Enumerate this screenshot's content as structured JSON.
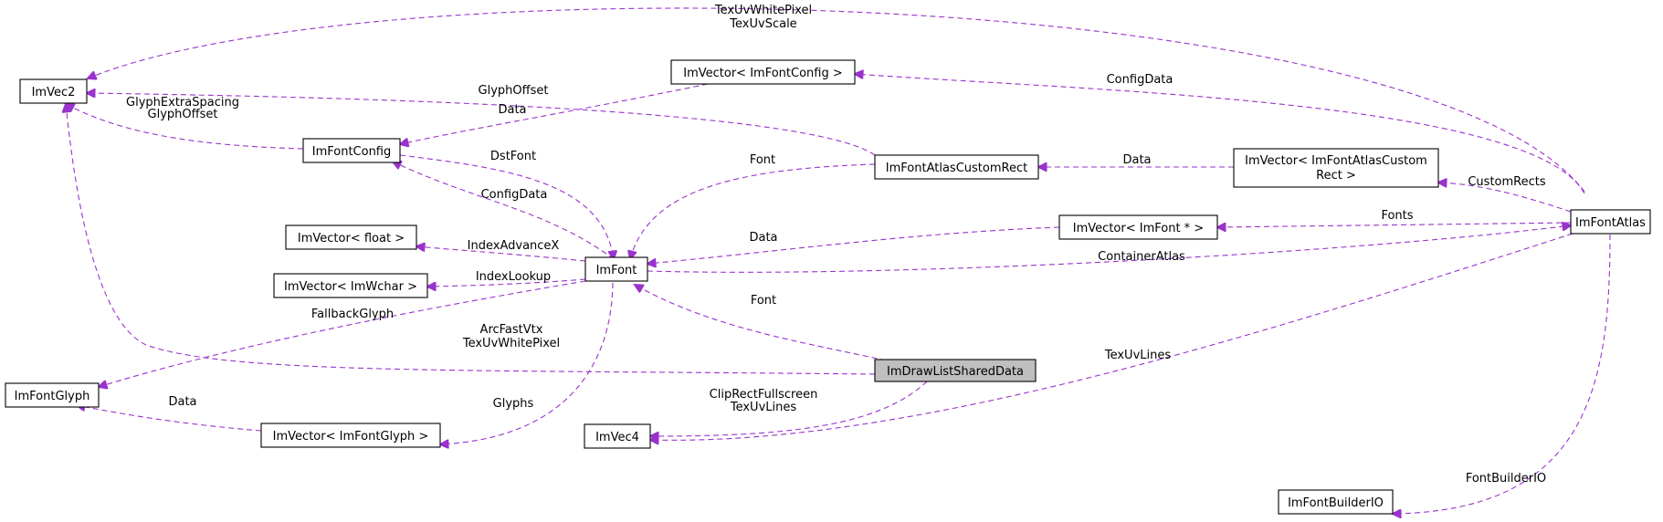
{
  "nodes": {
    "imvec2": "ImVec2",
    "imvector_imfontconfig": "ImVector< ImFontConfig >",
    "imfontconfig": "ImFontConfig",
    "imfontatlascustomrect": "ImFontAtlasCustomRect",
    "imvector_imfontatlascustomrect": [
      "ImVector< ImFontAtlasCustom",
      "Rect >"
    ],
    "imvector_float": "ImVector< float >",
    "imvector_imfontptr": "ImVector< ImFont * >",
    "imfontatlas": "ImFontAtlas",
    "imvector_imwchar": "ImVector< ImWchar >",
    "imfont": "ImFont",
    "imdrawlistshareddata": "ImDrawListSharedData",
    "imfontglyph": "ImFontGlyph",
    "imvector_imfontglyph": "ImVector< ImFontGlyph >",
    "imvec4": "ImVec4",
    "imfontbuilderio": "ImFontBuilderIO"
  },
  "edges": {
    "atlas_to_vec2": [
      "TexUvWhitePixel",
      "TexUvScale"
    ],
    "atlas_to_vecfontconfig": [
      "ConfigData"
    ],
    "customrect_to_vec2": [
      "GlyphOffset"
    ],
    "vecfontconfig_to_fontconfig": [
      "Data"
    ],
    "fontconfig_to_vec2": [
      "GlyphExtraSpacing",
      "GlyphOffset"
    ],
    "font_to_fontconfig": [
      "ConfigData"
    ],
    "fontconfig_to_font": [
      "DstFont"
    ],
    "customrect_to_font": [
      "Font"
    ],
    "veccustomrect_to_customrect": [
      "Data"
    ],
    "atlas_to_veccustomrect": [
      "CustomRects"
    ],
    "vecfontptr_to_font": [
      "Data"
    ],
    "atlas_to_vecfontptr": [
      "Fonts"
    ],
    "font_to_atlas": [
      "ContainerAtlas"
    ],
    "font_to_vecfloat": [
      "IndexAdvanceX"
    ],
    "font_to_vecwchar": [
      "IndexLookup"
    ],
    "font_to_glyph": [
      "FallbackGlyph"
    ],
    "drawlist_to_vec2": [
      "ArcFastVtx",
      "TexUvWhitePixel"
    ],
    "drawlist_to_font": [
      "Font"
    ],
    "font_to_vecglyph": [
      "Glyphs"
    ],
    "vecglyph_to_glyph": [
      "Data"
    ],
    "drawlist_to_vec4": [
      "ClipRectFullscreen",
      "TexUvLines"
    ],
    "atlas_to_vec4": [
      "TexUvLines"
    ],
    "atlas_to_builderio": [
      "FontBuilderIO"
    ]
  }
}
